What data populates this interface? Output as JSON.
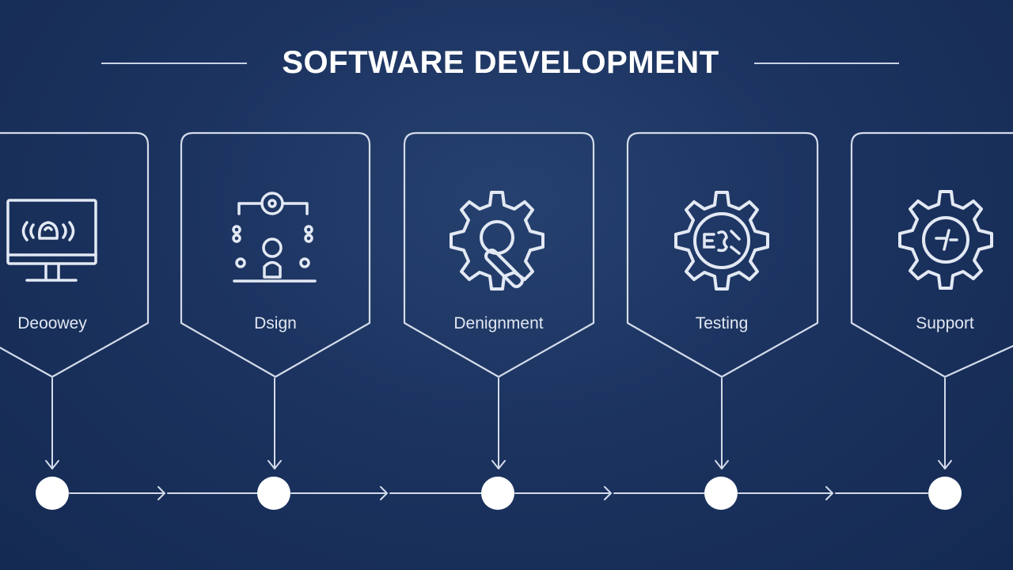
{
  "title": "SOFTWARE DEVELOPMENT",
  "stages": [
    {
      "label": "Deoowey",
      "icon": "monitor-icon"
    },
    {
      "label": "Dsign",
      "icon": "network-design-icon"
    },
    {
      "label": "Denignment",
      "icon": "gear-wrench-icon"
    },
    {
      "label": "Testing",
      "icon": "gear-test-icon"
    },
    {
      "label": "Support",
      "icon": "gear-support-icon"
    }
  ],
  "colors": {
    "background": "#1c3360",
    "line": "#d3dbea",
    "text": "#ffffff",
    "node": "#ffffff"
  }
}
